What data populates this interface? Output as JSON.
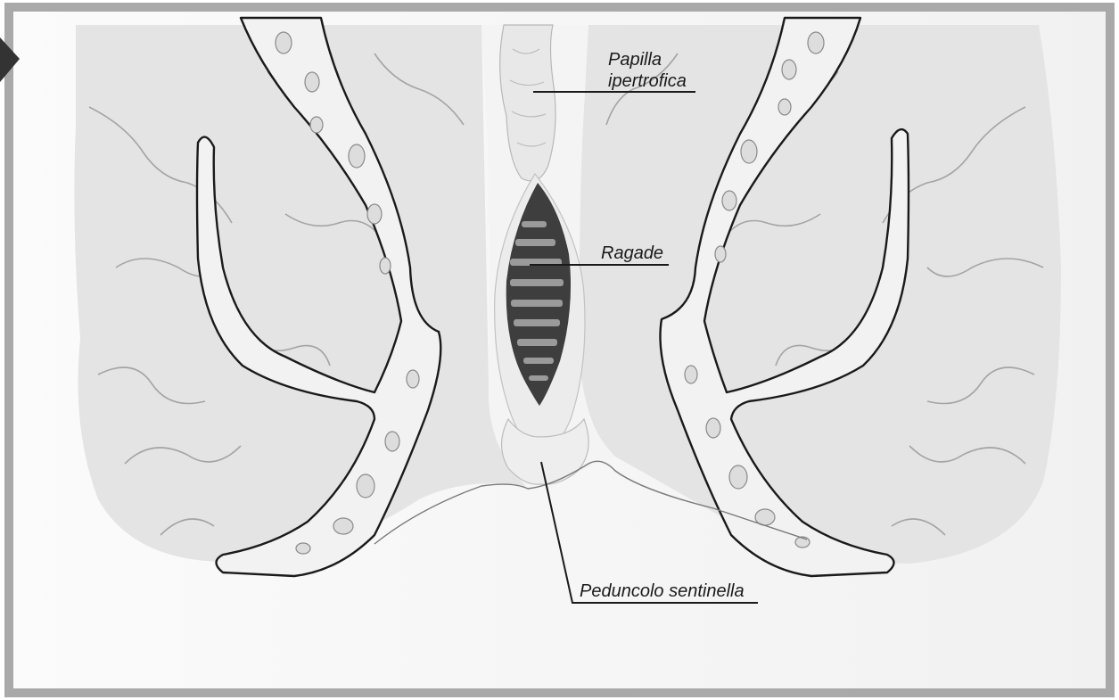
{
  "labels": {
    "papilla_line1": "Papilla",
    "papilla_line2": "ipertrofica",
    "ragade": "Ragade",
    "peduncolo": "Peduncolo sentinella"
  },
  "colors": {
    "frame": "#a9a9a9",
    "tissue": "#e4e4e4",
    "tissue_shadow": "#cfcfcf",
    "vessel": "#a4a4a4",
    "bone_fill": "#f2f2f2",
    "fissure_dark": "#3e3e3e",
    "fissure_stripe": "#9a9a9a",
    "ink": "#1a1a1a"
  },
  "icons": {
    "corner_marker": "dark-triangle-arrow-icon"
  }
}
